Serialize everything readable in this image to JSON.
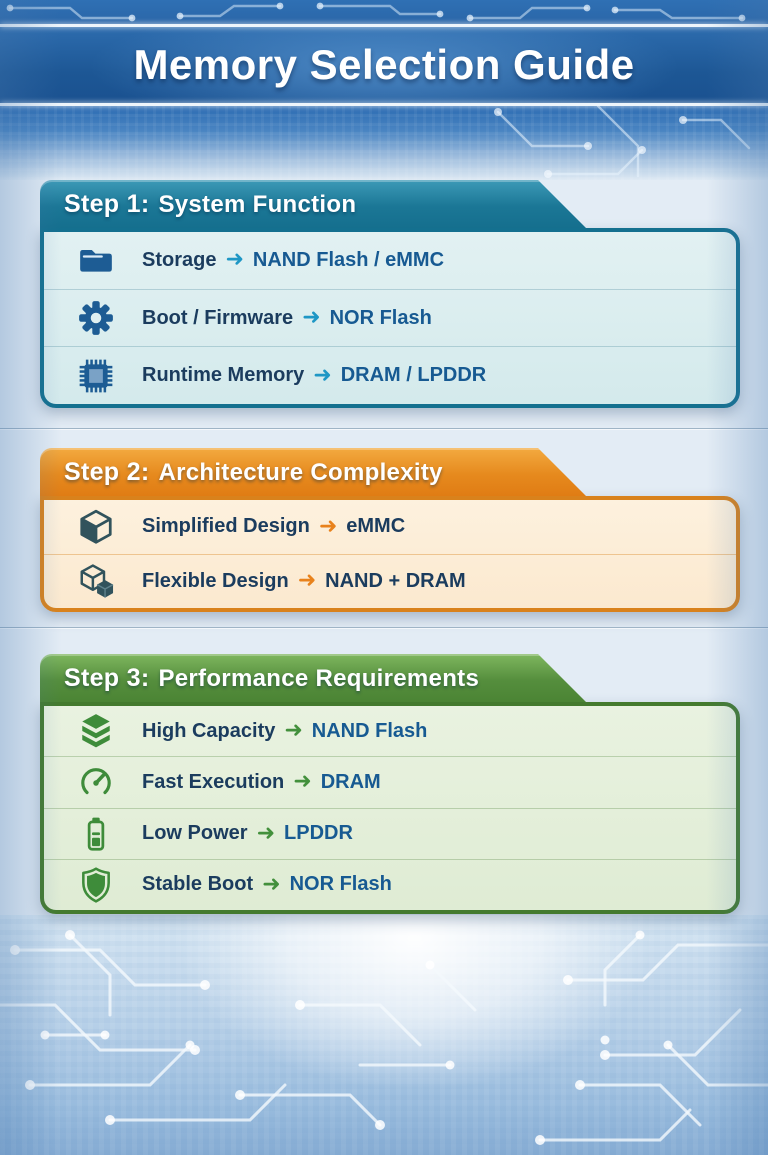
{
  "title": "Memory Selection Guide",
  "arrow_glyph": "➜",
  "steps": [
    {
      "step_label": "Step 1:",
      "title": "System Function",
      "items": [
        {
          "icon": "folder-icon",
          "label": "Storage",
          "value": "NAND Flash / eMMC"
        },
        {
          "icon": "gear-icon",
          "label": "Boot / Firmware",
          "value": "NOR Flash"
        },
        {
          "icon": "chip-icon",
          "label": "Runtime Memory",
          "value": "DRAM / LPDDR"
        }
      ]
    },
    {
      "step_label": "Step 2:",
      "title": "Architecture Complexity",
      "items": [
        {
          "icon": "cube-icon",
          "label": "Simplified Design",
          "value": "eMMC"
        },
        {
          "icon": "cubes-icon",
          "label": "Flexible Design",
          "value": "NAND + DRAM"
        }
      ]
    },
    {
      "step_label": "Step 3:",
      "title": "Performance Requirements",
      "items": [
        {
          "icon": "layers-icon",
          "label": "High Capacity",
          "value": "NAND Flash"
        },
        {
          "icon": "gauge-icon",
          "label": "Fast Execution",
          "value": "DRAM"
        },
        {
          "icon": "battery-icon",
          "label": "Low Power",
          "value": "LPDDR"
        },
        {
          "icon": "shield-icon",
          "label": "Stable Boot",
          "value": "NOR Flash"
        }
      ]
    }
  ],
  "colors": {
    "banner_blue": "#1d5795",
    "step1_header": "#1b7796",
    "step1_border": "#14708f",
    "step1_body": "#d8ecee",
    "step1_icon": "#1d5c94",
    "step1_arrow": "#1e97c5",
    "step2_header": "#e68a1e",
    "step2_border": "#d9821c",
    "step2_body": "#fceedb",
    "step2_icon": "#31535c",
    "step2_arrow": "#e8821c",
    "step3_header": "#558e3d",
    "step3_border": "#447a2e",
    "step3_body": "#e5efdc",
    "step3_icon": "#3e8c3a",
    "step3_arrow": "#43903c",
    "label_text": "#1b3c5e",
    "value_text_blue": "#175a92"
  }
}
